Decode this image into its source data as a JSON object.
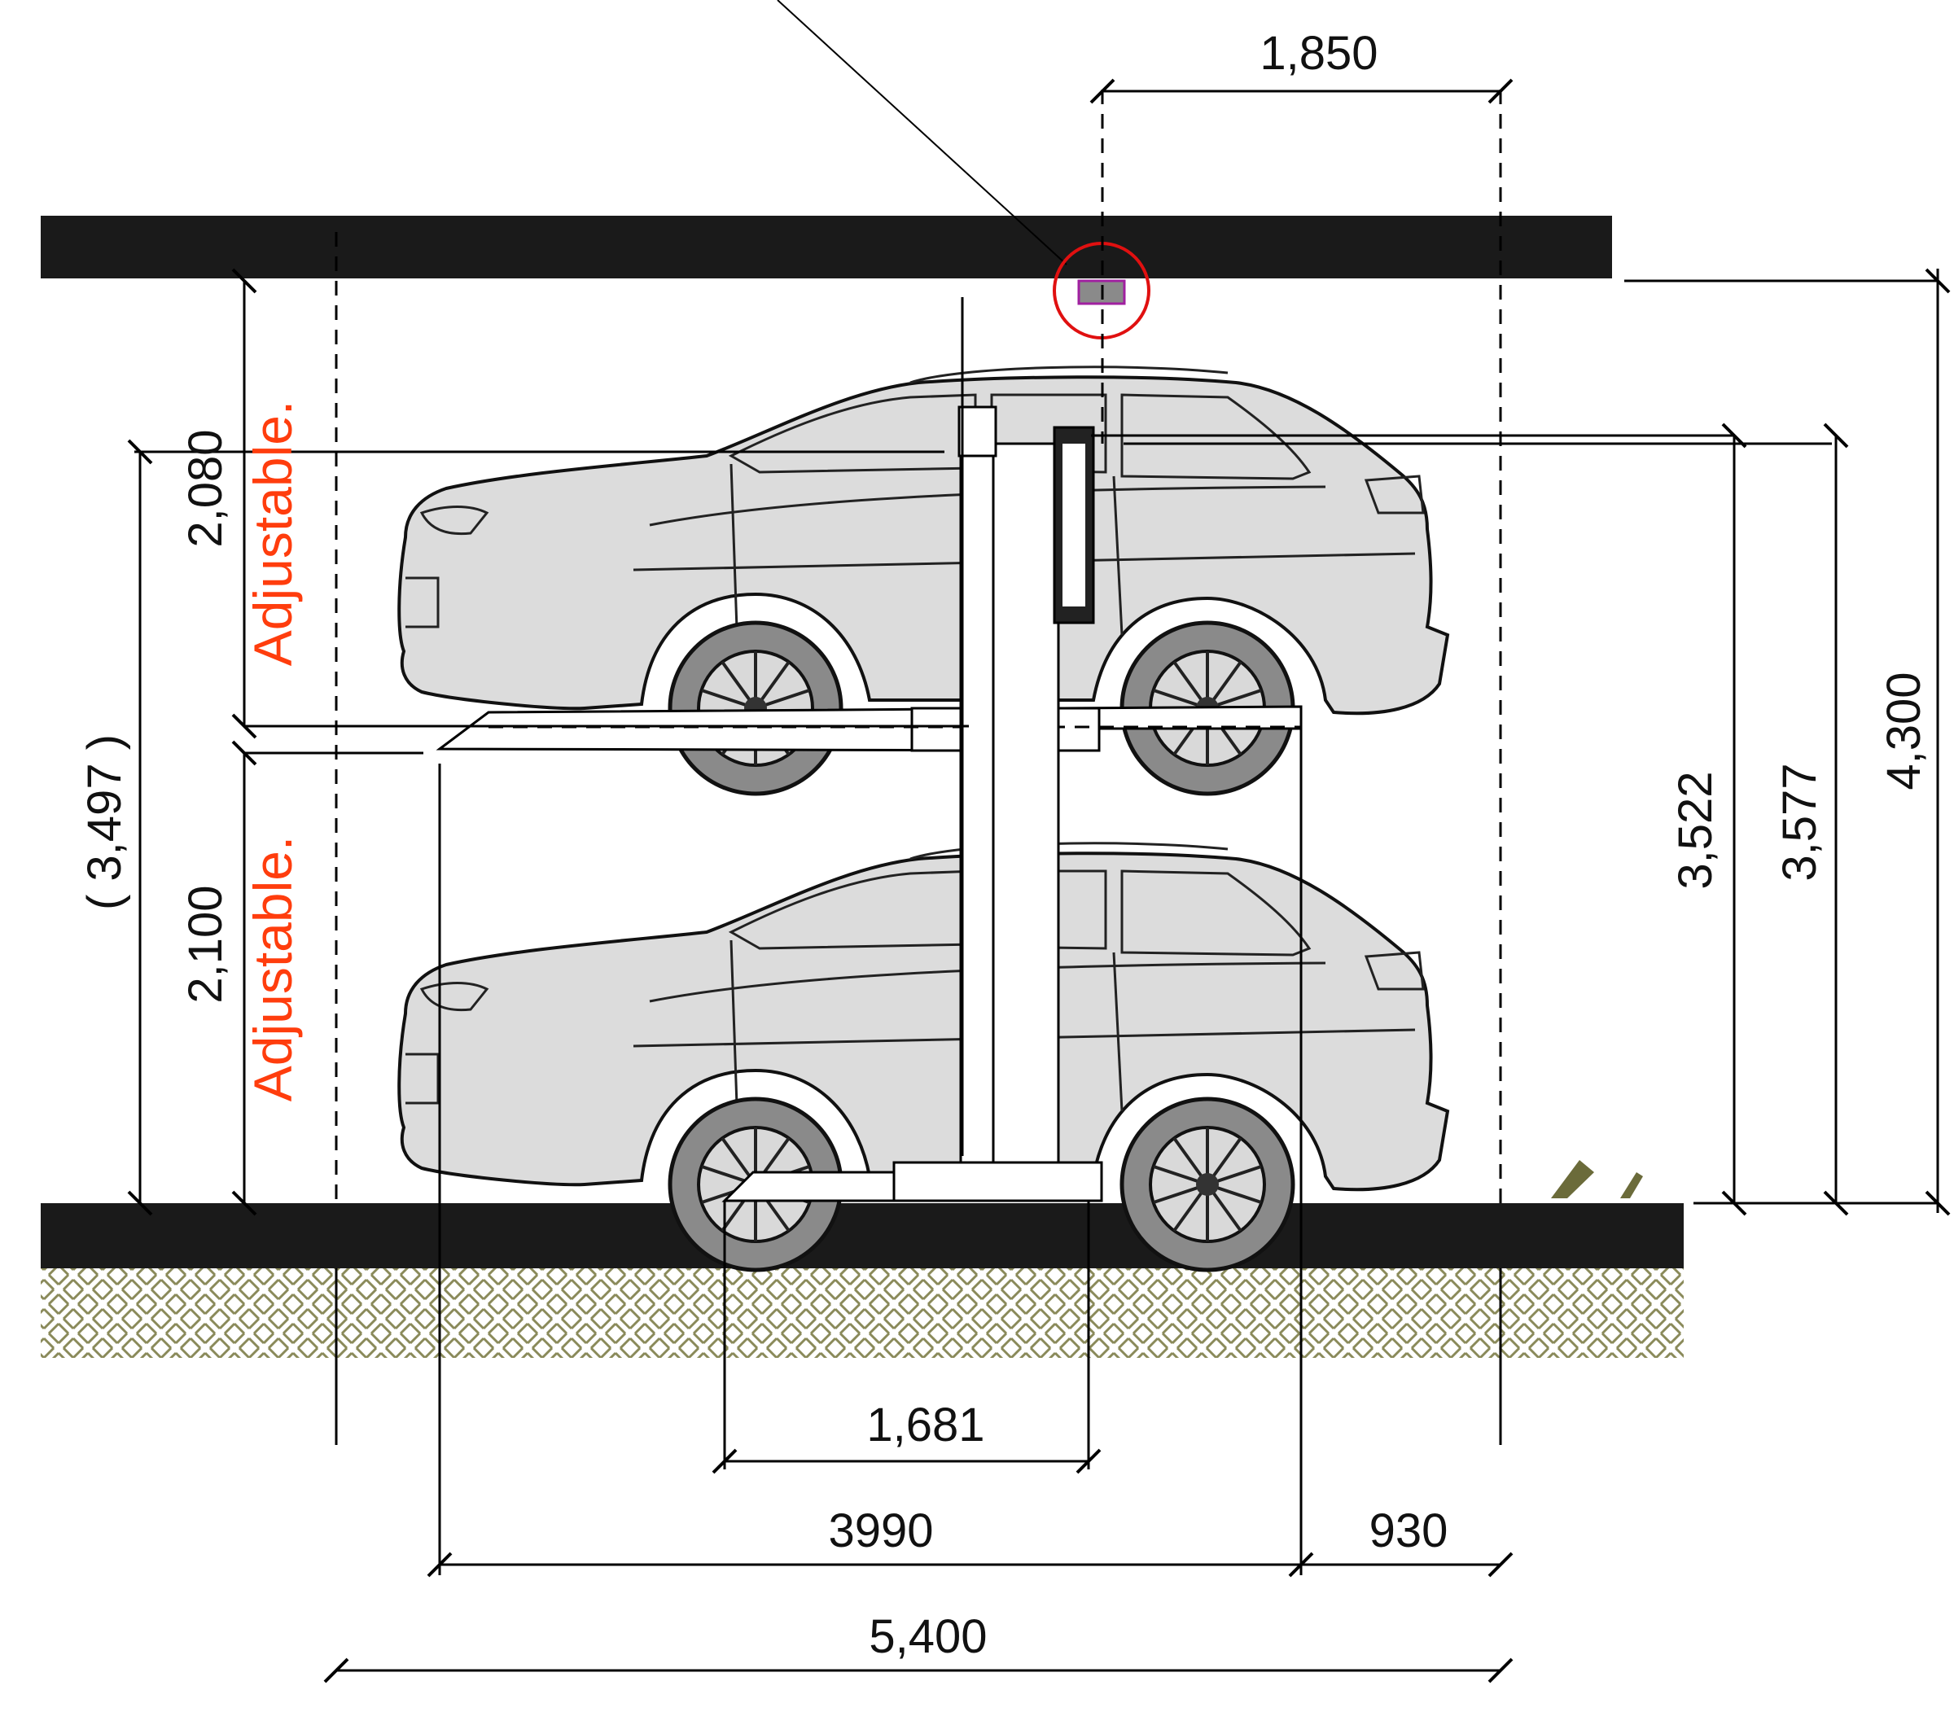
{
  "colors": {
    "slab": "#1a1a1a",
    "car_fill": "#dcdcdc",
    "adjustable_text": "#ff3d0d",
    "highlight_circle": "#e01010",
    "sensor": "#8a8a8a",
    "soil_pattern": "#8a8a5a"
  },
  "labels": {
    "adjustable_upper": "Adjustable.",
    "adjustable_lower": "Adjustable."
  },
  "dimensions": {
    "top_1850": "1,850",
    "upper_2080": "2,080",
    "lower_2100": "2,100",
    "overall_3497": "( 3,497 )",
    "right_3522": "3,522",
    "right_3577": "3,577",
    "right_4300": "4,300",
    "base_1681": "1,681",
    "length_3990": "3990",
    "rear_930": "930",
    "total_5400": "5,400"
  },
  "icons": {
    "sensor": "ceiling-sensor-icon",
    "soil": "soil-hatch-icon",
    "ground_mark": "grade-mark-icon"
  }
}
